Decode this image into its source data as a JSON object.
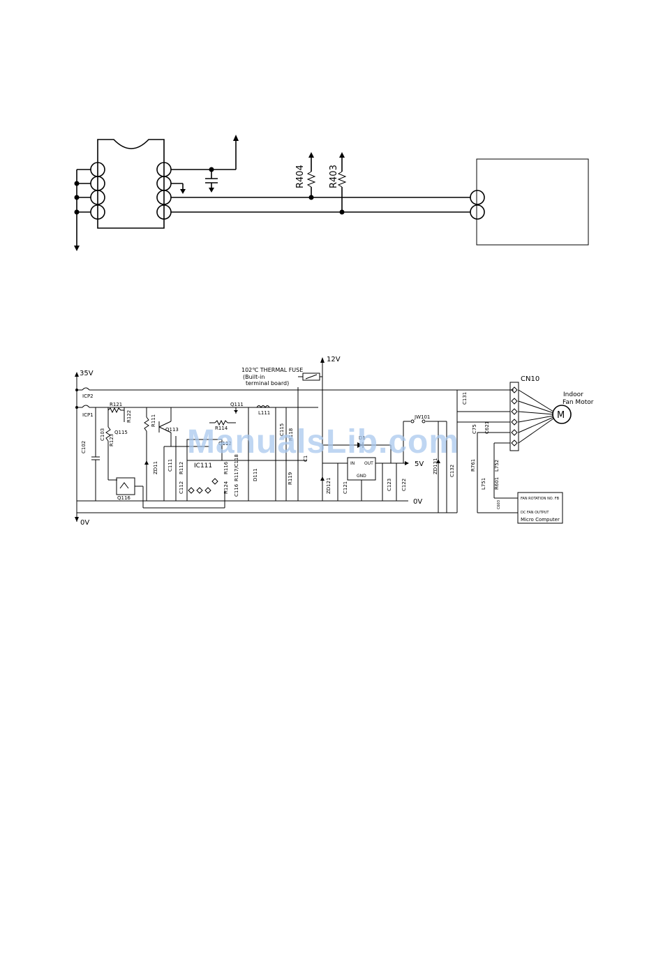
{
  "upper": {
    "labels": {
      "r404": "R404",
      "r403": "R403"
    }
  },
  "lower": {
    "labels": {
      "v35": "35V",
      "v0": "0V",
      "v0b": "0V",
      "v12": "12V",
      "v5": "5V",
      "fuse": "102℃ THERMAL FUSE",
      "fuse_b1": "(Built-in",
      "fuse_b2": "terminal board)",
      "cn10": "CN10",
      "motor1": "Indoor",
      "motor2": "Fan Motor",
      "m": "M",
      "icp2": "ICP2",
      "icp1": "ICP1",
      "r121": "R121",
      "r122": "R122",
      "r123": "R123",
      "q115": "Q115",
      "c102": "C102",
      "c103": "C103",
      "q116": "Q116",
      "r111": "R111",
      "q113": "Q113",
      "zd11": "ZD11",
      "c111": "C111",
      "r112": "R112",
      "c112": "C112",
      "q111": "Q111",
      "r114": "R114",
      "q112": "Q112",
      "ic111": "IC111",
      "r116": "R116",
      "r117": "R117/C118",
      "r124": "R124",
      "c116": "C116",
      "l111": "L111",
      "c115": "C115",
      "r118": "R118",
      "r119": "R119",
      "d111": "D111",
      "c1": "C1",
      "d1": "D1",
      "in": "IN",
      "out": "OUT",
      "gnd": "GND",
      "zd121": "ZD121",
      "c121": "C121",
      "c123": "C123",
      "c122": "C122",
      "jw101": "JW101",
      "zd131": "ZD131",
      "c132": "C132",
      "c131": "C131",
      "c75": "C75",
      "c621": "C621",
      "r761": "R761",
      "l751": "L751",
      "l752": "L752",
      "r601": "R601",
      "c603": "C603",
      "fan_rot": "FAN ROTATION NO. FB",
      "dc_fan": "DC FAN OUTPUT",
      "micro": "Micro Computer"
    }
  },
  "watermark": "ManualsLib.com"
}
